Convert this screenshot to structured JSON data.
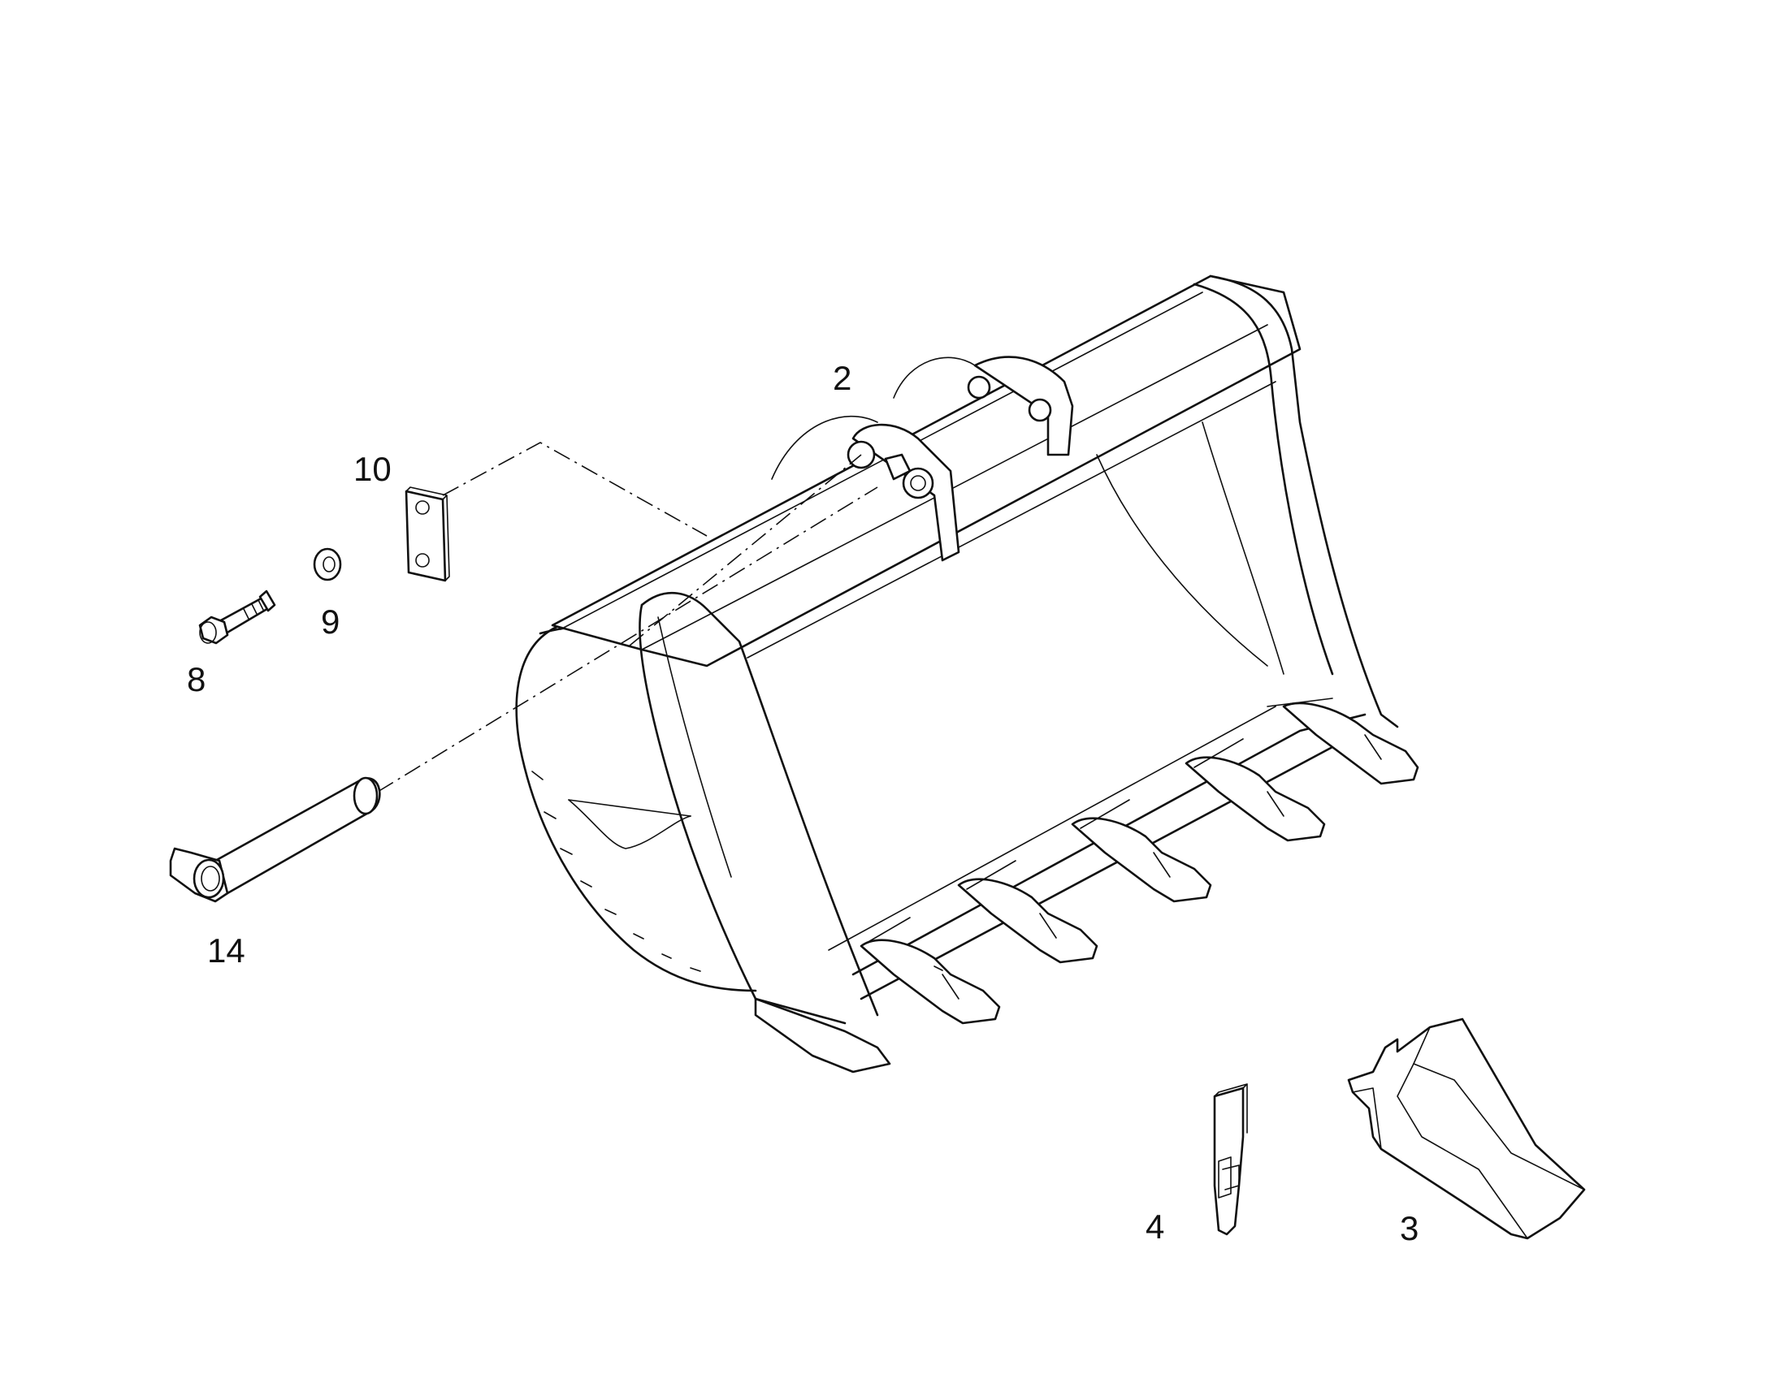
{
  "callouts": [
    {
      "id": "2",
      "text": "2"
    },
    {
      "id": "10",
      "text": "10"
    },
    {
      "id": "9",
      "text": "9"
    },
    {
      "id": "8",
      "text": "8"
    },
    {
      "id": "14",
      "text": "14"
    },
    {
      "id": "4",
      "text": "4"
    },
    {
      "id": "3",
      "text": "3"
    }
  ],
  "colors": {
    "line": "#111111",
    "background": "#ffffff"
  }
}
